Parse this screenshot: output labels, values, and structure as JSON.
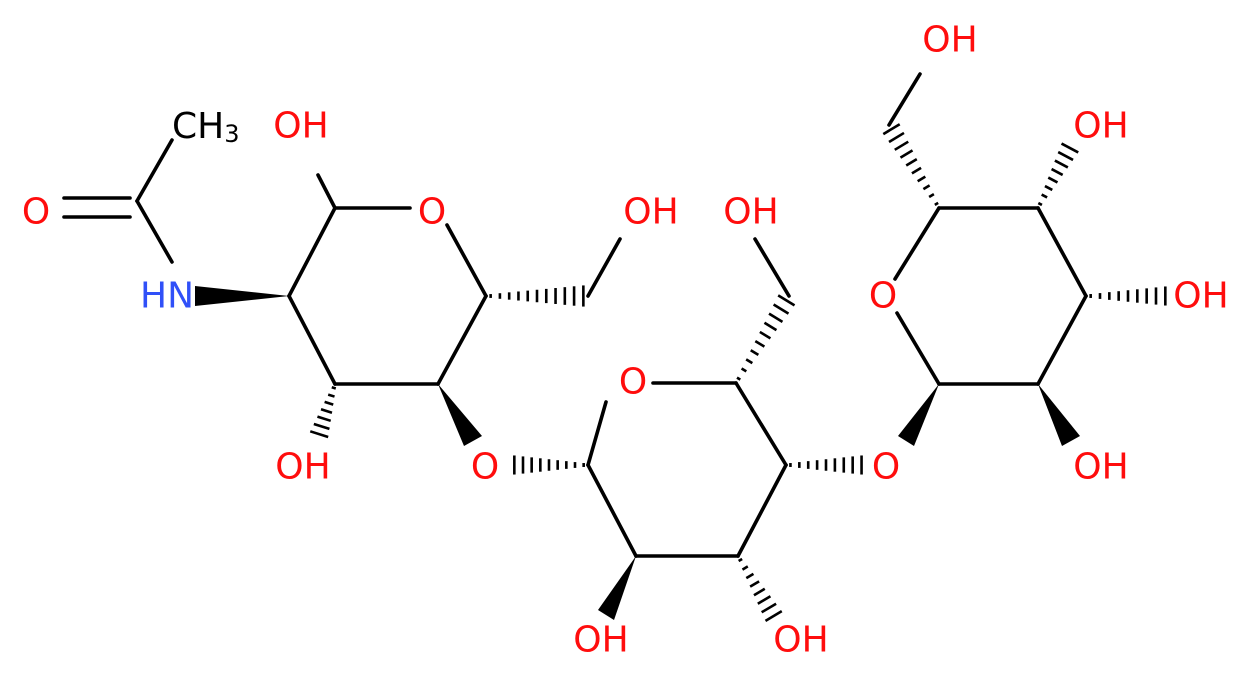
{
  "colors": {
    "oxygen": "#ff0d0d",
    "nitrogen": "#3050f8",
    "carbon": "#000000"
  },
  "labels": {
    "methyl": {
      "main": "CH",
      "sub": "3"
    },
    "carbonyl_o": "O",
    "nh": "HN",
    "anomeric_oh": "OH",
    "ring1_o": "O",
    "ring1_ch2oh": "OH",
    "ring1_c3_oh": "OH",
    "link1_o": "O",
    "ring2_ch2oh": "OH",
    "ring2_o": "O",
    "link2_o": "O",
    "ring2_c2_oh": "OH",
    "ring2_c3_oh": "OH",
    "ring3_ch2oh": "OH",
    "ring3_o": "O",
    "ring3_c4_oh": "OH",
    "ring3_c3_oh": "OH",
    "ring3_c2_oh": "OH"
  }
}
